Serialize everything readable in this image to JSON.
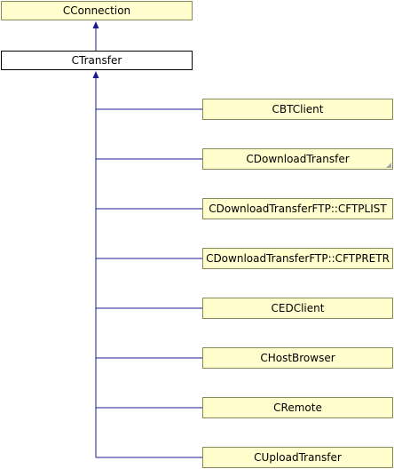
{
  "diagram": {
    "base_class": {
      "label": "CConnection"
    },
    "current_class": {
      "label": "CTransfer"
    },
    "derived_classes": [
      {
        "label": "CBTClient",
        "has_more": false
      },
      {
        "label": "CDownloadTransfer",
        "has_more": true
      },
      {
        "label": "CDownloadTransferFTP::CFTPLIST",
        "has_more": false
      },
      {
        "label": "CDownloadTransferFTP::CFTPRETR",
        "has_more": false
      },
      {
        "label": "CEDClient",
        "has_more": false
      },
      {
        "label": "CHostBrowser",
        "has_more": false
      },
      {
        "label": "CRemote",
        "has_more": false
      },
      {
        "label": "CUploadTransfer",
        "has_more": false
      }
    ],
    "colors": {
      "edge": "#1a1a8c",
      "node_fill": "#fffecc",
      "node_border": "#8a8a5a",
      "current_fill": "#ffffff",
      "current_border": "#000000"
    }
  }
}
